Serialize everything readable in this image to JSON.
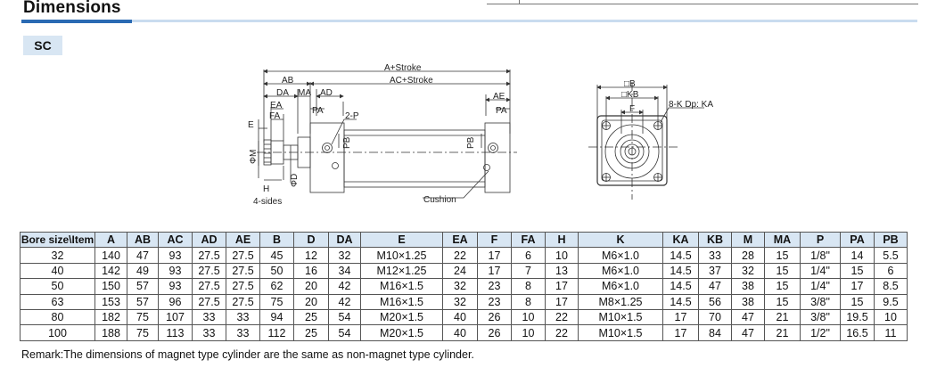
{
  "section_title": "Dimensions",
  "model_badge": "SC",
  "drawing_labels": {
    "a_stroke": "A+Stroke",
    "ab": "AB",
    "ac_stroke": "AC+Stroke",
    "da": "DA",
    "ma": "MA",
    "ad": "AD",
    "ae": "AE",
    "ea": "EA",
    "pa_left": "PA",
    "pa_right": "PA",
    "fa": "FA",
    "e": "E",
    "two_p": "2-P",
    "pb_left": "PB",
    "pb_right": "PB",
    "phi_m": "ΦM",
    "phi_d": "ΦD",
    "h": "H",
    "four_sides": "4-sides",
    "cushion": "Cushion",
    "b": "□B",
    "kb": "□KB",
    "f": "F",
    "k_dp": "8-K Dp: KA"
  },
  "table": {
    "headers": [
      "Bore size\\Item",
      "A",
      "AB",
      "AC",
      "AD",
      "AE",
      "B",
      "D",
      "DA",
      "E",
      "EA",
      "F",
      "FA",
      "H",
      "K",
      "KA",
      "KB",
      "M",
      "MA",
      "P",
      "PA",
      "PB"
    ],
    "rows": [
      [
        "32",
        "140",
        "47",
        "93",
        "27.5",
        "27.5",
        "45",
        "12",
        "32",
        "M10×1.25",
        "22",
        "17",
        "6",
        "10",
        "M6×1.0",
        "14.5",
        "33",
        "28",
        "15",
        "1/8\"",
        "14",
        "5.5"
      ],
      [
        "40",
        "142",
        "49",
        "93",
        "27.5",
        "27.5",
        "50",
        "16",
        "34",
        "M12×1.25",
        "24",
        "17",
        "7",
        "13",
        "M6×1.0",
        "14.5",
        "37",
        "32",
        "15",
        "1/4\"",
        "15",
        "6"
      ],
      [
        "50",
        "150",
        "57",
        "93",
        "27.5",
        "27.5",
        "62",
        "20",
        "42",
        "M16×1.5",
        "32",
        "23",
        "8",
        "17",
        "M6×1.0",
        "14.5",
        "47",
        "38",
        "15",
        "1/4\"",
        "17",
        "8.5"
      ],
      [
        "63",
        "153",
        "57",
        "96",
        "27.5",
        "27.5",
        "75",
        "20",
        "42",
        "M16×1.5",
        "32",
        "23",
        "8",
        "17",
        "M8×1.25",
        "14.5",
        "56",
        "38",
        "15",
        "3/8\"",
        "15",
        "9.5"
      ],
      [
        "80",
        "182",
        "75",
        "107",
        "33",
        "33",
        "94",
        "25",
        "54",
        "M20×1.5",
        "40",
        "26",
        "10",
        "22",
        "M10×1.5",
        "17",
        "70",
        "47",
        "21",
        "3/8\"",
        "19.5",
        "10"
      ],
      [
        "100",
        "188",
        "75",
        "113",
        "33",
        "33",
        "112",
        "25",
        "54",
        "M20×1.5",
        "40",
        "26",
        "10",
        "22",
        "M10×1.5",
        "17",
        "84",
        "47",
        "21",
        "1/2\"",
        "16.5",
        "11"
      ]
    ]
  },
  "remark": "Remark:The dimensions of magnet type cylinder are the same as non-magnet type cylinder."
}
